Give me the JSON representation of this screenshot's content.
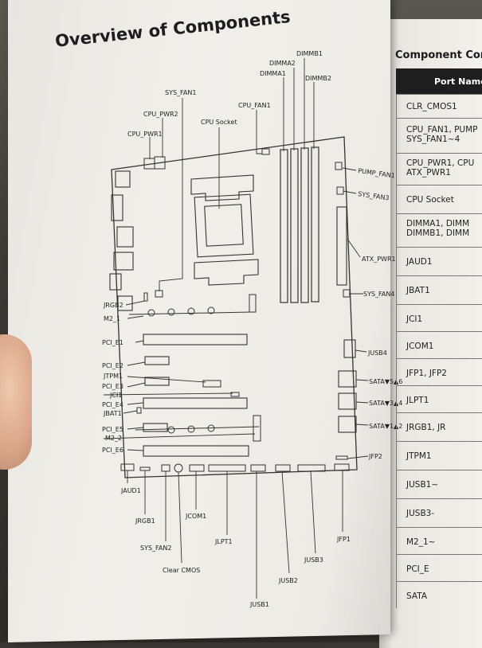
{
  "page": {
    "title": "Overview of Components"
  },
  "diagram_labels": {
    "dimmb1": "DIMMB1",
    "dimma2": "DIMMA2",
    "dimma1": "DIMMA1",
    "dimmb2": "DIMMB2",
    "sys_fan1": "SYS_FAN1",
    "cpu_fan1": "CPU_FAN1",
    "cpu_pwr2": "CPU_PWR2",
    "cpu_pwr1": "CPU_PWR1",
    "cpu_socket": "CPU Socket",
    "pump_fan1": "PUMP_FAN1",
    "sys_fan3": "SYS_FAN3",
    "atx_pwr1": "ATX_PWR1",
    "sys_fan4": "SYS_FAN4",
    "jrgb2": "JRGB2",
    "m2_1": "M2_1",
    "pci_e1": "PCI_E1",
    "jusb4": "JUSB4",
    "pci_e2": "PCI_E2",
    "jtpm1": "JTPM1",
    "pci_e3": "PCI_E3",
    "sata56": "SATA▼5▲6",
    "jci1": "JCI1",
    "pci_e4": "PCI_E4",
    "sata34": "SATA▼3▲4",
    "jbat1": "JBAT1",
    "pci_e5": "PCI_E5",
    "sata12": "SATA▼1▲2",
    "m2_2": "M2_2",
    "pci_e6": "PCI_E6",
    "jfp2": "JFP2",
    "jaud1": "JAUD1",
    "jrgb1": "JRGB1",
    "jcom1": "JCOM1",
    "jfp1": "JFP1",
    "sys_fan2": "SYS_FAN2",
    "jlpt1": "JLPT1",
    "clear_cmos": "Clear CMOS",
    "jusb3": "JUSB3",
    "jusb2": "JUSB2",
    "jusb1": "JUSB1"
  },
  "right_page": {
    "title": "Component Con",
    "header": "Port Name",
    "rows": [
      "CLR_CMOS1",
      "CPU_FAN1, PUMP\nSYS_FAN1~4",
      "CPU_PWR1, CPU\nATX_PWR1",
      "CPU Socket",
      "DIMMA1, DIMM\nDIMMB1, DIMM",
      "JAUD1",
      "JBAT1",
      "JCI1",
      "JCOM1",
      "JFP1, JFP2",
      "JLPT1",
      "JRGB1, JR",
      "JTPM1",
      "JUSB1~",
      "JUSB3-",
      "M2_1~",
      "PCI_E",
      "SATA"
    ]
  },
  "colors": {
    "ink": "#222222",
    "page": "#efede8",
    "header_bg": "#1e1e1e"
  }
}
